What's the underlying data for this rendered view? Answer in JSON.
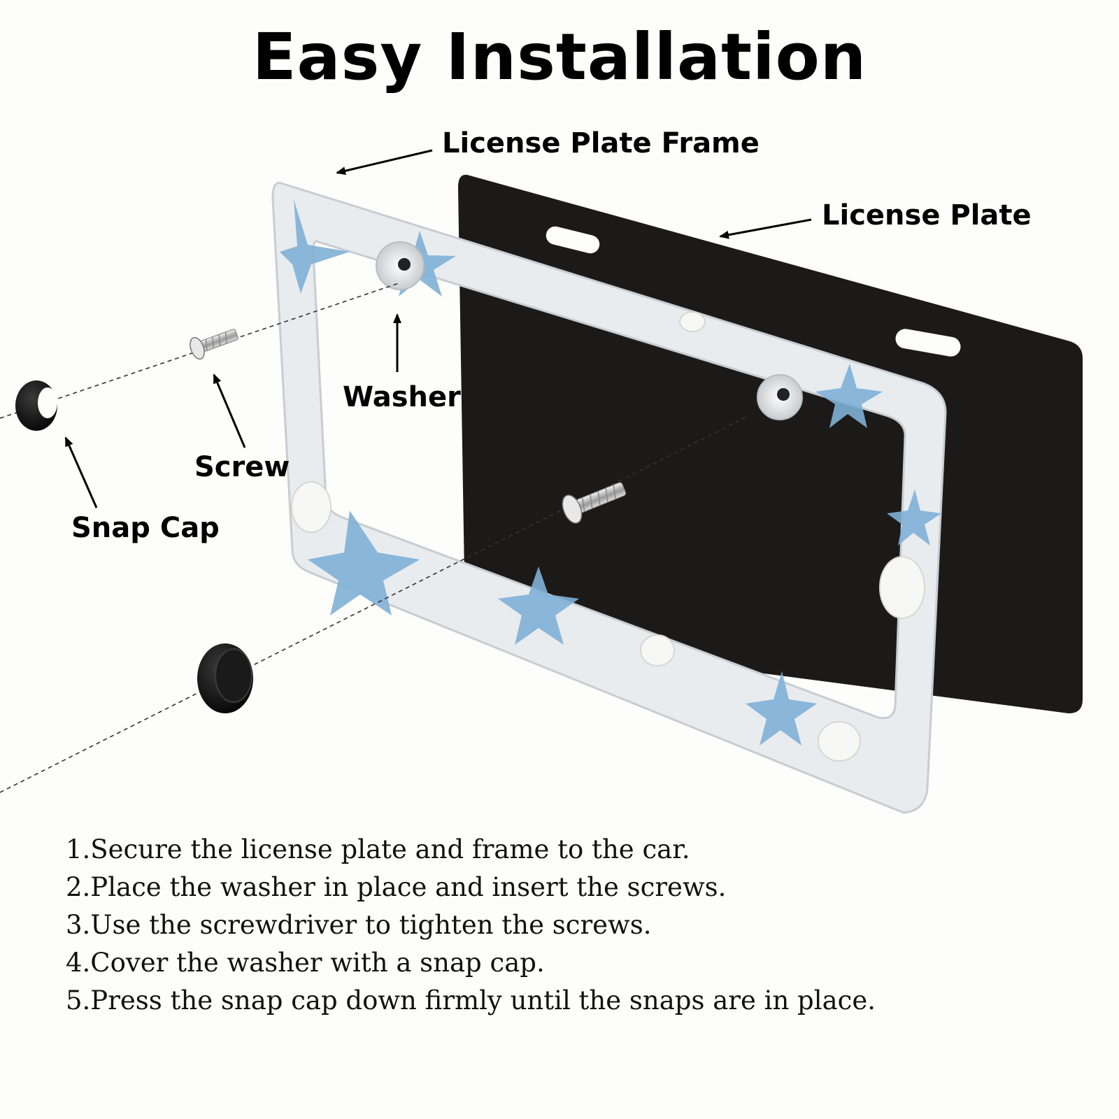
{
  "title": "Easy Installation",
  "labels": {
    "frame": "License Plate Frame",
    "plate": "License Plate",
    "washer": "Washer",
    "screw": "Screw",
    "snap_cap": "Snap Cap"
  },
  "steps": [
    "1.Secure the license plate and frame to the car.",
    "2.Place the washer in place and insert the screws.",
    "3.Use the screwdriver to tighten the screws.",
    "4.Cover the washer with a snap cap.",
    "5.Press the snap cap down firmly until the snaps are in place."
  ],
  "colors": {
    "plate": "#1c1a19",
    "frame": "#e8ecef",
    "starfish": "#7fb0d6",
    "cap": "#0d0d0d"
  }
}
